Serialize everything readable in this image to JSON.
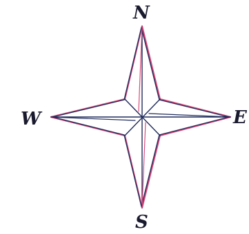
{
  "compass": {
    "labels": {
      "north": "N",
      "south": "S",
      "west": "W",
      "east": "E"
    },
    "colors": {
      "outline_pink": "#d9487a",
      "outline_navy": "#1e2a5a",
      "label": "#1a1a2e"
    }
  }
}
